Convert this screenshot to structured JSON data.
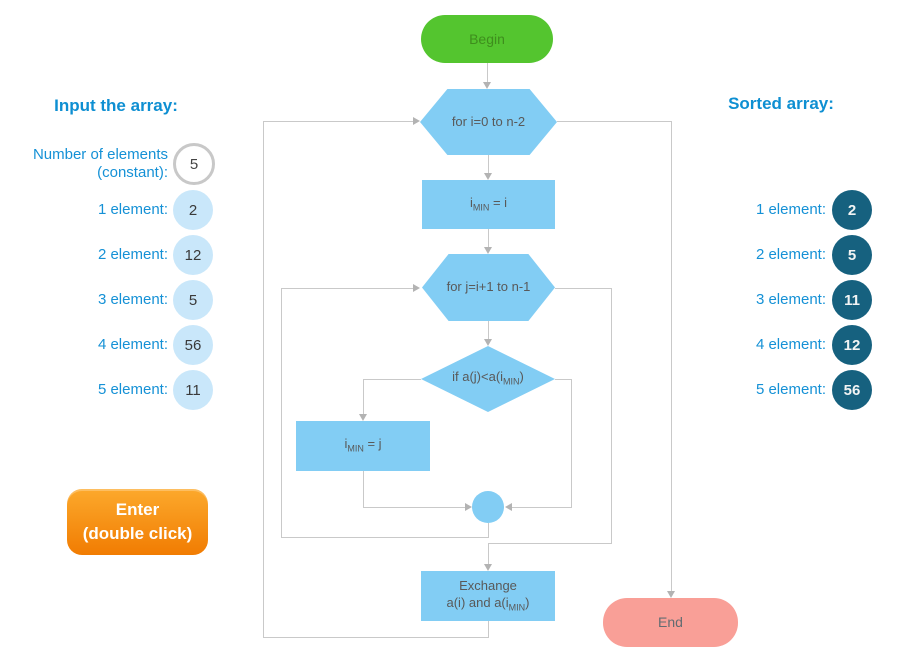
{
  "input_panel": {
    "heading": "Input the array:",
    "constant_label_line1": "Number of elements",
    "constant_label_line2": "(constant):",
    "constant_value": "5",
    "items": [
      {
        "label": "1 element:",
        "value": "2"
      },
      {
        "label": "2 element:",
        "value": "12"
      },
      {
        "label": "3 element:",
        "value": "5"
      },
      {
        "label": "4 element:",
        "value": "56"
      },
      {
        "label": "5 element:",
        "value": "11"
      }
    ],
    "enter_button": {
      "line1": "Enter",
      "line2": "(double click)"
    }
  },
  "sorted_panel": {
    "heading": "Sorted array:",
    "items": [
      {
        "label": "1 element:",
        "value": "2"
      },
      {
        "label": "2 element:",
        "value": "5"
      },
      {
        "label": "3 element:",
        "value": "11"
      },
      {
        "label": "4 element:",
        "value": "12"
      },
      {
        "label": "5 element:",
        "value": "56"
      }
    ]
  },
  "flowchart": {
    "begin": "Begin",
    "end": "End",
    "for_i": "for i=0 to n-2",
    "for_j": "for j=i+1 to n-1",
    "imin_i": {
      "pre": "i",
      "sub": "MIN",
      "post": " = i"
    },
    "condition": {
      "pre": "if a(j)<a(i",
      "sub": "MIN",
      "post": ")"
    },
    "imin_j": {
      "pre": "i",
      "sub": "MIN",
      "post": " = j"
    },
    "exchange": {
      "line1": "Exchange",
      "line2_pre": "a(i) and a(i",
      "line2_sub": "MIN",
      "line2_post": ")"
    }
  },
  "colors": {
    "shape_blue": "#82CDF4",
    "begin_green": "#54C52F",
    "begin_text": "#3E8E1D",
    "end_pink": "#F99F97",
    "accent_blue": "#1591D6",
    "input_circle_fill": "#C9E7FA",
    "sorted_circle_fill": "#16617F",
    "button_orange_top": "#FCA92C",
    "button_orange_bottom": "#F17C02",
    "connector_gray": "#C9C9C9"
  }
}
